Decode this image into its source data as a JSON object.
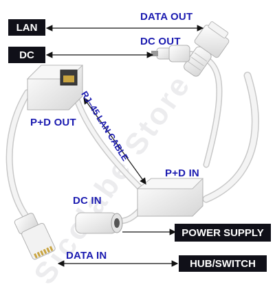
{
  "labels": {
    "data_out": "DATA OUT",
    "dc_out": "DC OUT",
    "pd_out": "P+D OUT",
    "rj45": "RJ–45 LAN CABLE",
    "pd_in": "P+D IN",
    "dc_in": "DC IN",
    "data_in": "DATA IN"
  },
  "tags": {
    "lan": "LAN",
    "dc": "DC",
    "power_supply": "POWER SUPPLY",
    "hub_switch": "HUB/SWITCH"
  },
  "watermark": "Sicolabe Store",
  "colors": {
    "label_text": "#1a1ab0",
    "tag_bg": "#101018",
    "cable": "#f2f2f2",
    "connector": "#ececec"
  }
}
